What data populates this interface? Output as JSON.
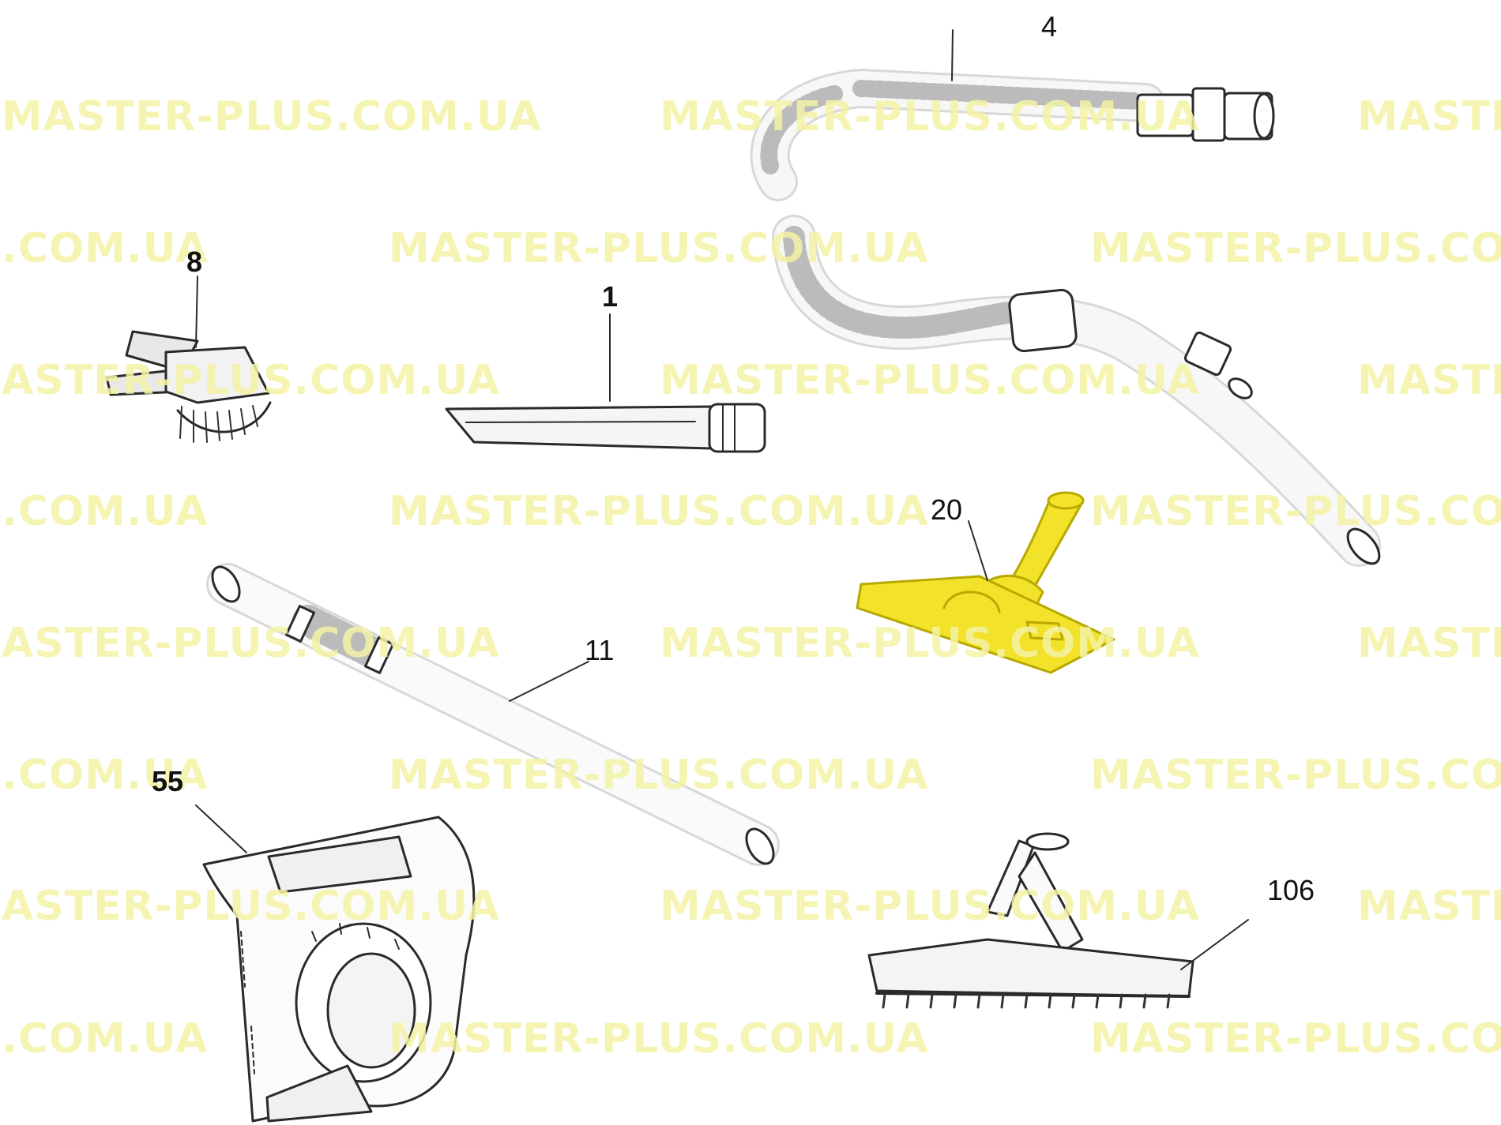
{
  "watermark": {
    "full": "MASTER-PLUS.COM.UA",
    "cut_start": "ASTER-PLUS.COM.UA",
    "cut_end": "MASTE",
    "short": ".COM.UA",
    "long": "MASTER-PLUS.COM"
  },
  "parts": [
    {
      "id": "tube",
      "label": "11"
    },
    {
      "id": "crevice-tool",
      "label": "1"
    },
    {
      "id": "hose",
      "label": "4"
    },
    {
      "id": "brush",
      "label": "8"
    },
    {
      "id": "nozzle-highlighted",
      "label": "20"
    },
    {
      "id": "bag-holder",
      "label": "55"
    },
    {
      "id": "floor-brush",
      "label": "106"
    }
  ],
  "colors": {
    "highlight": "#f2e22a",
    "line": "#2a2a2a",
    "watermark": "#f4f3a6"
  }
}
